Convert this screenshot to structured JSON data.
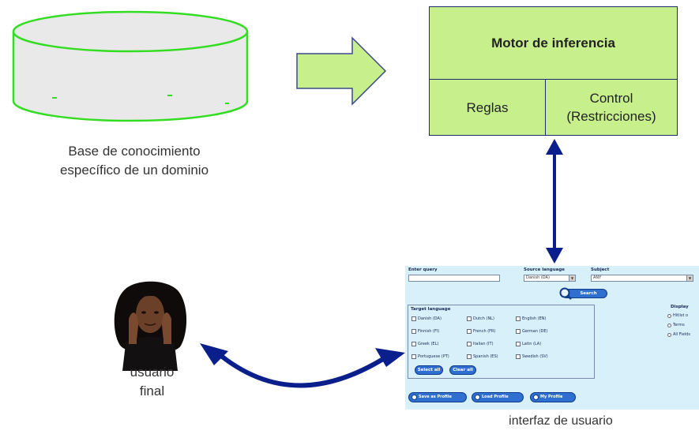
{
  "knowledge_base": {
    "caption_line1": "Base de conocimiento",
    "caption_line2": "específico de un dominio"
  },
  "inference_engine": {
    "title": "Motor de inferencia",
    "rules": "Reglas",
    "control_line1": "Control",
    "control_line2": "(Restricciones)"
  },
  "user": {
    "caption_line1": "usuario",
    "caption_line2": "final"
  },
  "user_interface": {
    "caption": "interfaz de usuario",
    "enter_query_label": "Enter query",
    "source_language_label": "Source language",
    "source_language_value": "Danish (DA)",
    "subject_label": "Subject",
    "subject_value": "ANY",
    "search_button": "Search",
    "target_language_label": "Target language",
    "languages": [
      [
        "Danish (DA)",
        "Dutch (NL)",
        "English (EN)"
      ],
      [
        "Finnish (FI)",
        "French (FR)",
        "German (DE)"
      ],
      [
        "Greek (EL)",
        "Italian (IT)",
        "Latin (LA)"
      ],
      [
        "Portuguese (PT)",
        "Spanish (ES)",
        "Swedish (SV)"
      ]
    ],
    "select_all_button": "Select all",
    "clear_all_button": "Clear all",
    "display_label": "Display",
    "display_options": [
      "Hitlist o",
      "Terms",
      "All Fields"
    ],
    "save_profile_button": "Save as Profile",
    "load_profile_button": "Load Profile",
    "my_profile_button": "My Profile"
  },
  "colors": {
    "cylinder_fill": "#e9e9e9",
    "cylinder_stroke": "#33dd22",
    "arrow_fill": "#c7f08d",
    "arrow_stroke": "#3b4a8a",
    "engine_fill": "#c7f08d",
    "engine_border": "#1d2a6e",
    "connector": "#0b1f8c",
    "ui_background": "#d8f0fa"
  }
}
